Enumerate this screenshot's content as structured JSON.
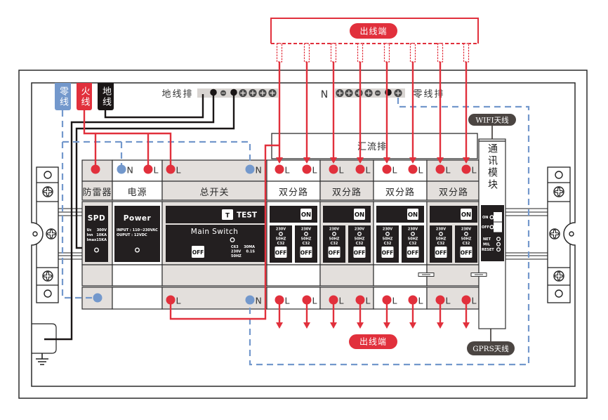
{
  "diagram": {
    "output_terminals": {
      "top_label": "出线端",
      "bottom_label": "出线端"
    },
    "incoming_wires": {
      "neutral": "零线",
      "live": "火线",
      "ground": "地线"
    },
    "ground_bar": {
      "label": "地线排"
    },
    "neutral_bar": {
      "symbol": "N",
      "label": "零线排"
    },
    "busbar": {
      "label": "汇流排"
    },
    "antennas": {
      "wifi": "WIFI天线",
      "gprs": "GPRS天线"
    },
    "modules": {
      "spd": {
        "name": "防雷器",
        "title": "SPD",
        "specs": [
          {
            "key": "Uc",
            "value": "300V"
          },
          {
            "key": "Inn",
            "value": "10KA"
          },
          {
            "key": "Imax",
            "value": "15KA"
          }
        ]
      },
      "power": {
        "name": "电源",
        "title": "Power",
        "specs": [
          "INPUT : 110~230VAC",
          "OUPUT : 12VDC"
        ],
        "terminals_top": [
          "N",
          "L"
        ]
      },
      "main_switch": {
        "name": "总开关",
        "title": "Main Switch",
        "test_key": "T",
        "test_label": "TEST",
        "off_label": "OFF",
        "specs_left": [
          "C63",
          "230V",
          "50HZ"
        ],
        "specs_right": [
          "30MA",
          "0.1S"
        ],
        "terminals_top": [
          "L",
          "N"
        ],
        "terminals_bottom": [
          "L",
          "N"
        ]
      },
      "dual": [
        {
          "name": "双分路",
          "on_label": "ON",
          "terminals_top": [
            "L",
            "L"
          ],
          "terminals_bottom": [
            "L",
            "L"
          ],
          "breakers": [
            {
              "voltage": "230V",
              "frequency": "50HZ",
              "rating": "C32",
              "off_label": "OFF"
            },
            {
              "voltage": "230V",
              "frequency": "50HZ",
              "rating": "C32",
              "off_label": "OFF"
            }
          ]
        },
        {
          "name": "双分路",
          "on_label": "ON",
          "terminals_top": [
            "L",
            "L"
          ],
          "terminals_bottom": [
            "L",
            "L"
          ],
          "breakers": [
            {
              "voltage": "230V",
              "frequency": "50HZ",
              "rating": "C32",
              "off_label": "OFF"
            },
            {
              "voltage": "230V",
              "frequency": "50HZ",
              "rating": "C32",
              "off_label": "OFF"
            }
          ]
        },
        {
          "name": "双分路",
          "on_label": "ON",
          "terminals_top": [
            "L",
            "L"
          ],
          "terminals_bottom": [
            "L",
            "L"
          ],
          "breakers": [
            {
              "voltage": "230V",
              "frequency": "50HZ",
              "rating": "C32",
              "off_label": "OFF"
            },
            {
              "voltage": "230V",
              "frequency": "50HZ",
              "rating": "C32",
              "off_label": "OFF"
            }
          ]
        },
        {
          "name": "双分路",
          "on_label": "ON",
          "terminals_top": [
            "L",
            "L"
          ],
          "terminals_bottom": [
            "L",
            "L"
          ],
          "breakers": [
            {
              "voltage": "230V",
              "frequency": "50HZ",
              "rating": "C32",
              "off_label": "OFF"
            },
            {
              "voltage": "230V",
              "frequency": "50HZ",
              "rating": "C32",
              "off_label": "OFF"
            }
          ]
        }
      ],
      "comm": {
        "name": "通讯模块",
        "switches": [
          "ON",
          "OFF"
        ],
        "indicators": [
          "NET",
          "MIL",
          "RESET"
        ]
      }
    },
    "colors": {
      "live": "#e1303c",
      "neutral": "#7398cc",
      "ground": "#1a1616",
      "panel": "#231f20",
      "module_gray": "#e3dfdc",
      "bar_gray": "#d8d4d1",
      "antenna_pill": "#4b4542"
    }
  }
}
